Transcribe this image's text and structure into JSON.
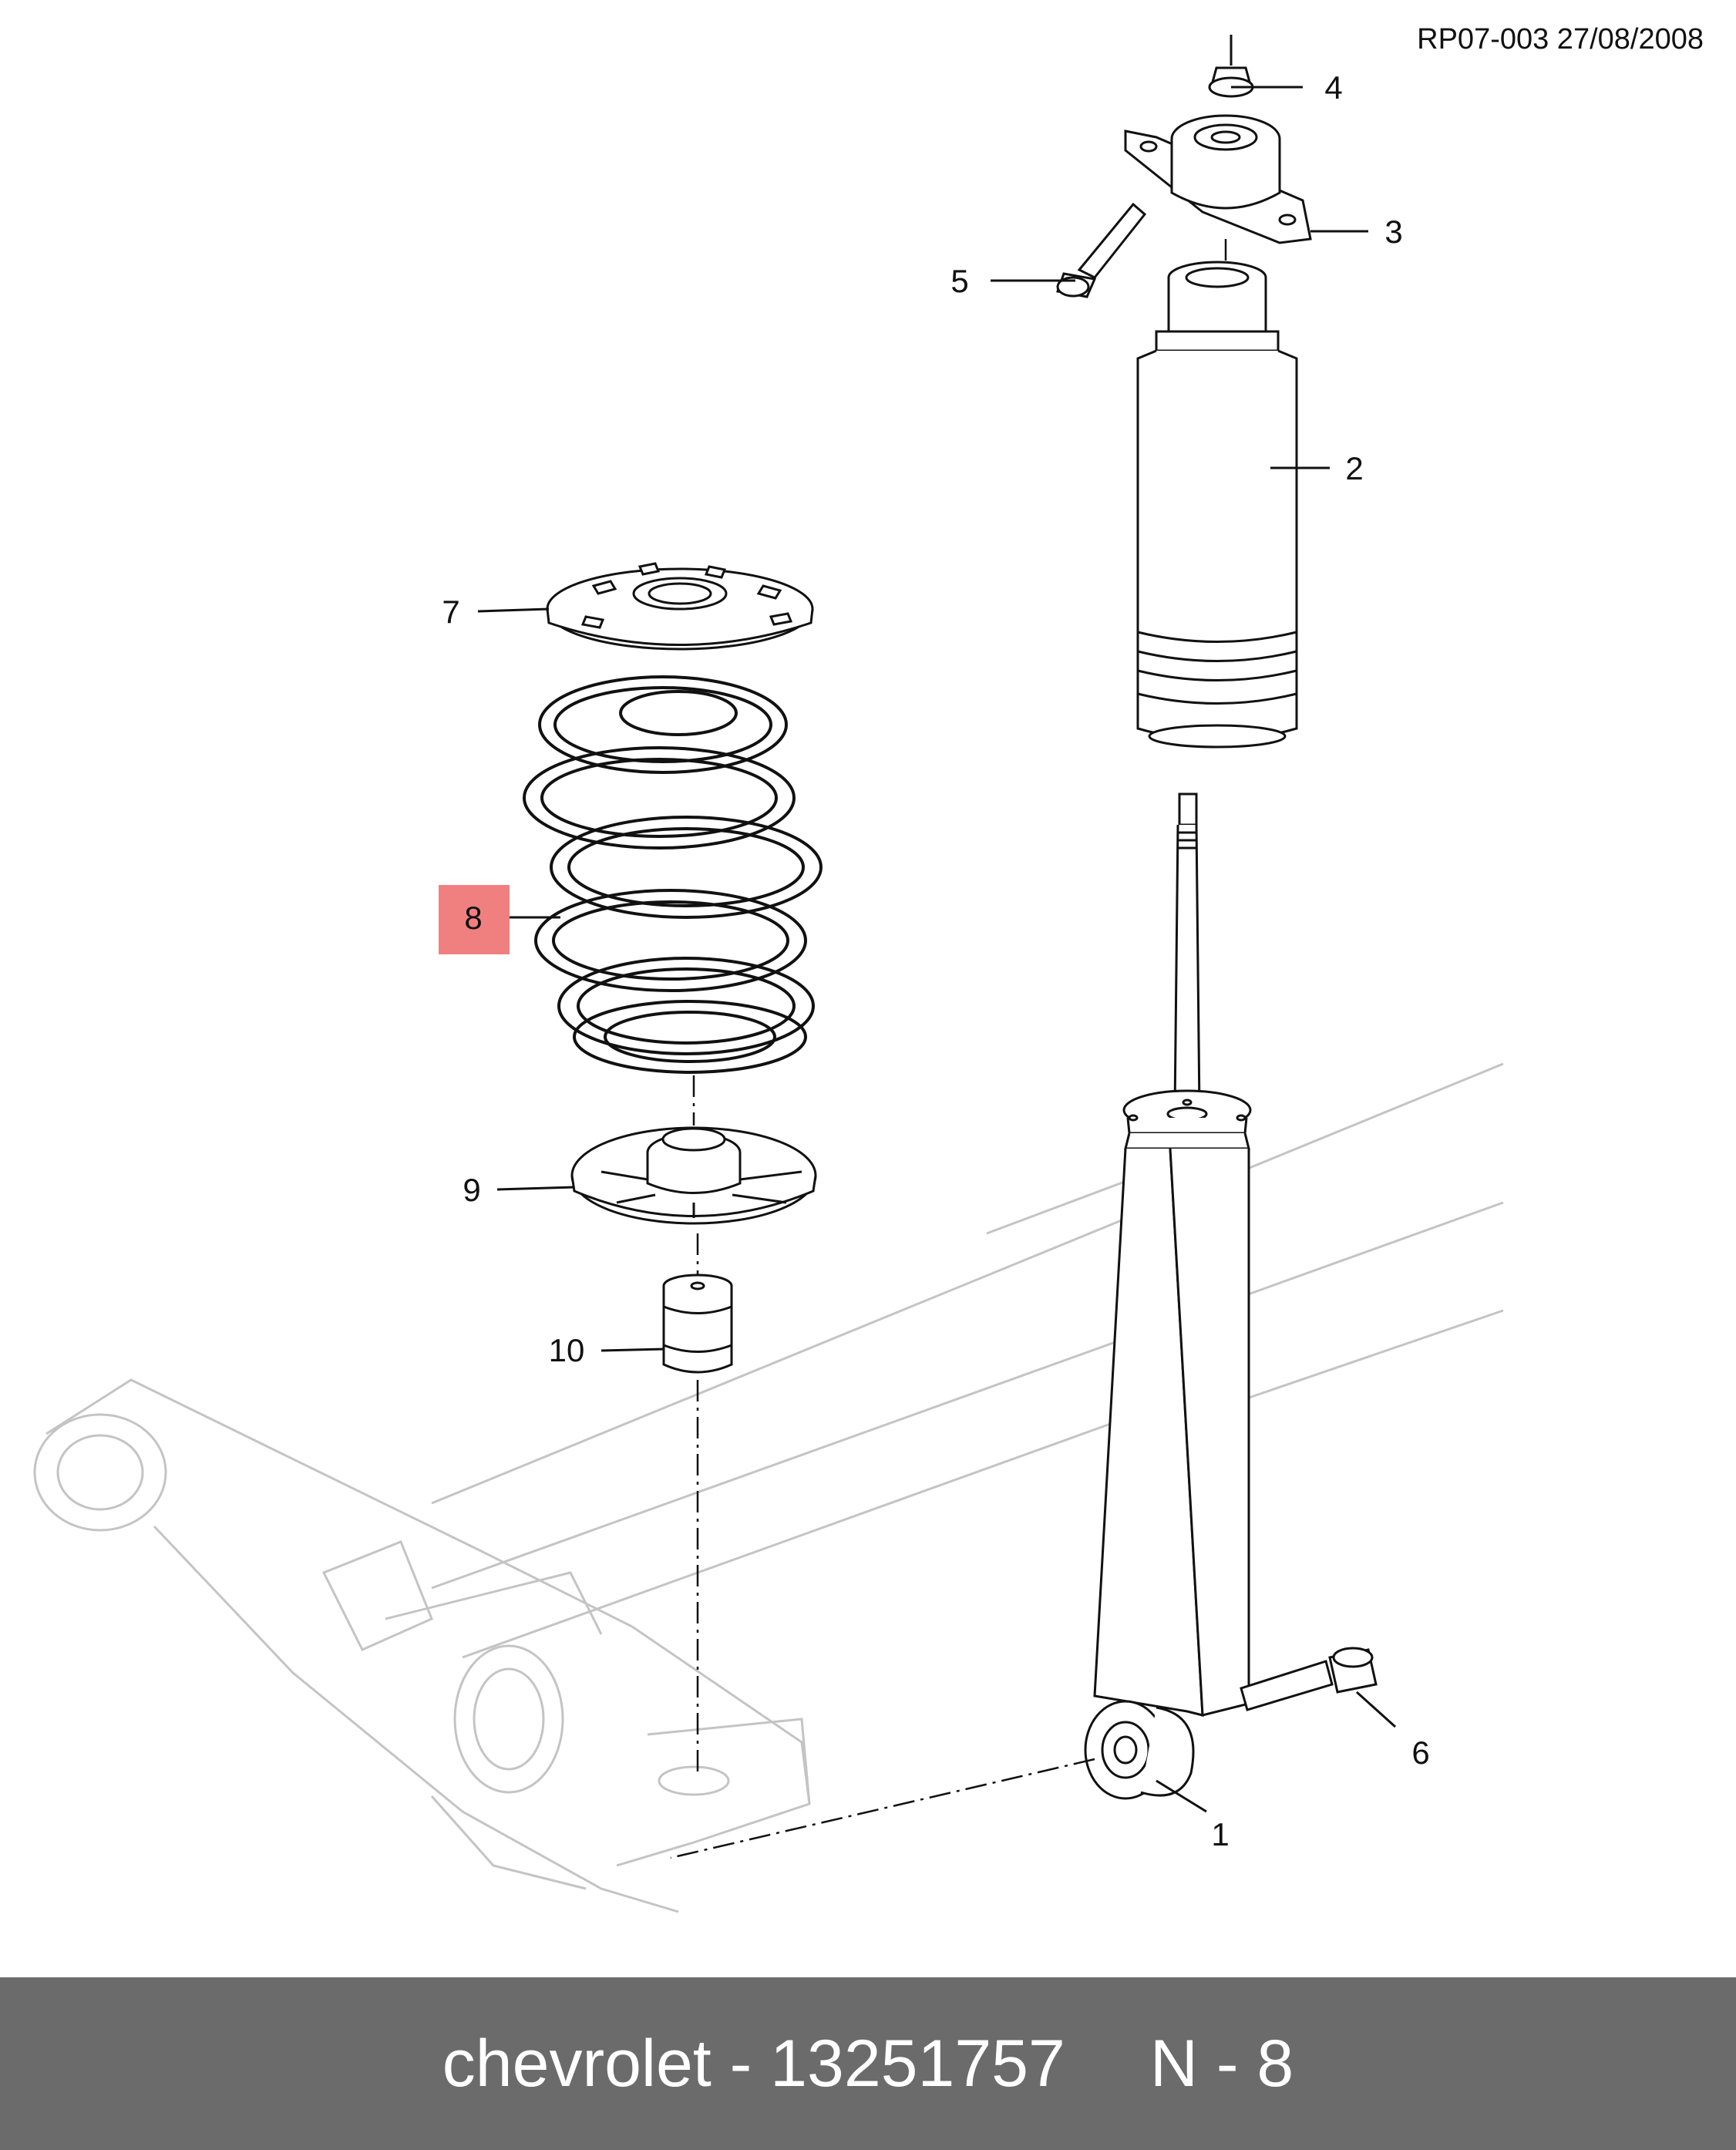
{
  "ref_code": "RP07-003 27/08/2008",
  "callouts": [
    "1",
    "2",
    "3",
    "4",
    "5",
    "6",
    "7",
    "8",
    "9",
    "10"
  ],
  "highlight_color": "#f08080",
  "footer": {
    "brand_part": "chevrolet - 13251757",
    "position_ref": "N - 8"
  }
}
